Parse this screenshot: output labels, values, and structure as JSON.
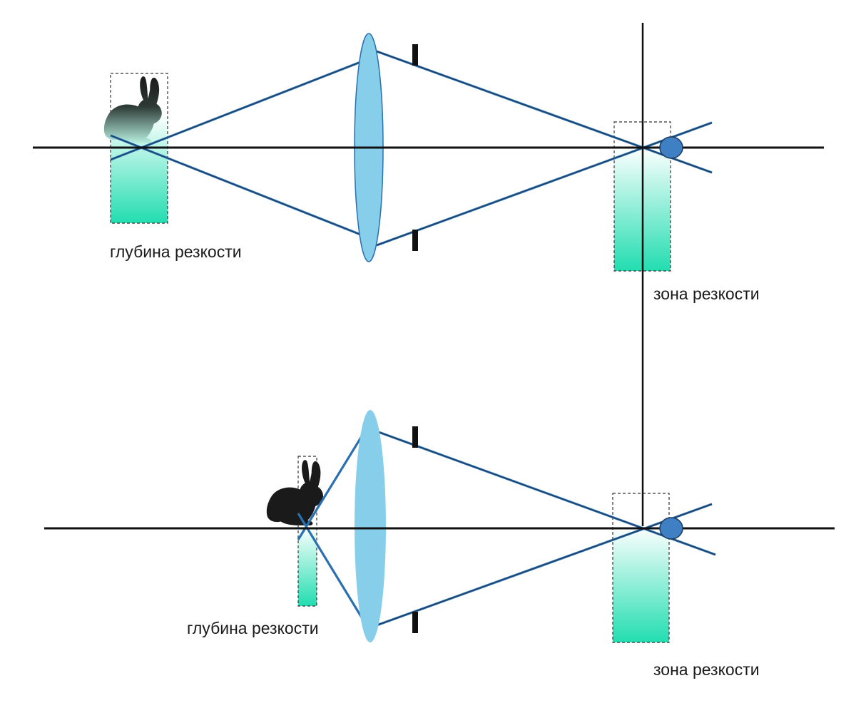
{
  "top_panel": {
    "depth_label": "глубина резкости",
    "zone_label": "зона резкости"
  },
  "bottom_panel": {
    "depth_label": "глубина резкости",
    "zone_label": "зона резкости"
  },
  "colors": {
    "lens": "#87ceeb",
    "ray": "#2a6fb0",
    "zone_gradient_bottom": "#22ddb0",
    "axis": "#111111",
    "eye": "#3f7fc4",
    "rabbit": "#1a1a1a"
  }
}
